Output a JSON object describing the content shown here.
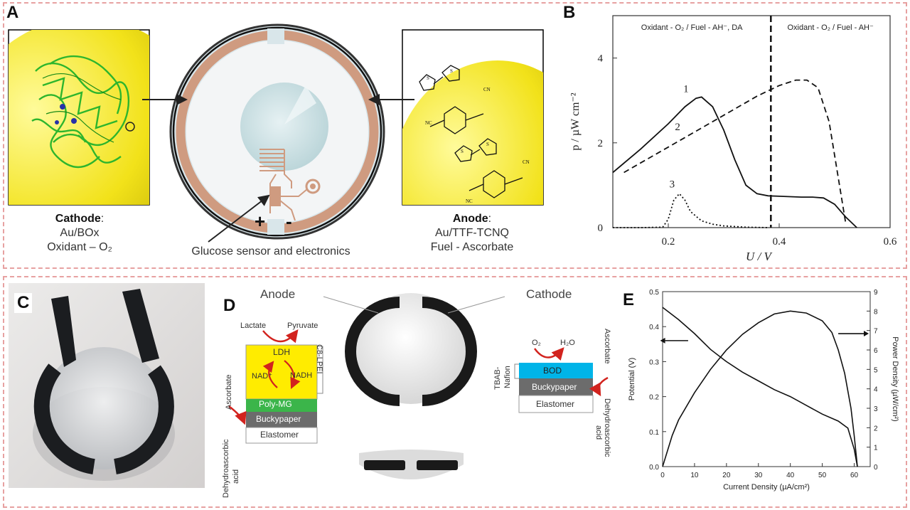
{
  "panels": {
    "a": {
      "letter": "A"
    },
    "b": {
      "letter": "B"
    },
    "c": {
      "letter": "C"
    },
    "d": {
      "letter": "D"
    },
    "e": {
      "letter": "E"
    }
  },
  "panel_a": {
    "cathode_title": "Cathode",
    "cathode_colon": ":",
    "cathode_line1": "Au/BOx",
    "cathode_line2": "Oxidant – O₂",
    "anode_title": "Anode",
    "anode_colon": ":",
    "anode_line1": "Au/TTF-TCNQ",
    "anode_line2": "Fuel - Ascorbate",
    "plus": "+",
    "minus": "-",
    "sensor_label": "Glucose sensor and electronics"
  },
  "panel_d": {
    "anode": "Anode",
    "cathode": "Cathode",
    "lactate": "Lactate",
    "pyruvate": "Pyruvate",
    "ldh": "LDH",
    "nad": "NAD⁺",
    "nadh": "NADH",
    "c8_lpei": "C8-LPEI",
    "poly_mg": "Poly-MG",
    "buckypaper": "Buckypaper",
    "elastomer": "Elastomer",
    "ascorbate": "Ascorbate",
    "dehydro": "Dehydroascorbic",
    "acid": "acid",
    "o2": "O₂",
    "h2o": "H₂O",
    "bod": "BOD",
    "tbab": "TBAB-",
    "nafion": "Nafion"
  },
  "chart_data": [
    {
      "type": "line",
      "title": "",
      "xlabel": "U / V",
      "ylabel": "p / µW cm⁻²",
      "xlim": [
        0.1,
        0.6
      ],
      "ylim": [
        0,
        5
      ],
      "xticks": [
        "0.2",
        "0.4",
        "0.6"
      ],
      "xtick_values": [
        0.2,
        0.4,
        0.6
      ],
      "yticks": [
        "0",
        "2",
        "4"
      ],
      "ytick_values": [
        0,
        2,
        4
      ],
      "annotations": [
        "Oxidant - O₂ / Fuel - AH⁻, DA",
        "Oxidant - O₂ / Fuel - AH⁻"
      ],
      "divider_x": 0.385,
      "series": [
        {
          "name": "1",
          "style": "solid",
          "x": [
            0.1,
            0.15,
            0.2,
            0.23,
            0.25,
            0.26,
            0.28,
            0.3,
            0.32,
            0.34,
            0.36,
            0.38,
            0.4,
            0.42,
            0.44,
            0.46,
            0.48,
            0.5,
            0.52,
            0.54
          ],
          "y": [
            1.3,
            1.85,
            2.45,
            2.85,
            3.05,
            3.08,
            2.85,
            2.3,
            1.6,
            1.0,
            0.8,
            0.75,
            0.74,
            0.73,
            0.72,
            0.72,
            0.7,
            0.55,
            0.25,
            0.0
          ]
        },
        {
          "name": "2",
          "style": "dashed",
          "x": [
            0.12,
            0.16,
            0.2,
            0.24,
            0.28,
            0.32,
            0.36,
            0.4,
            0.43,
            0.45,
            0.47,
            0.49,
            0.5,
            0.51,
            0.52
          ],
          "y": [
            1.3,
            1.6,
            1.9,
            2.2,
            2.5,
            2.8,
            3.1,
            3.35,
            3.48,
            3.48,
            3.3,
            2.5,
            1.7,
            0.9,
            0.1
          ]
        },
        {
          "name": "3",
          "style": "dotted",
          "x": [
            0.1,
            0.15,
            0.19,
            0.2,
            0.21,
            0.22,
            0.23,
            0.24,
            0.26,
            0.28,
            0.3,
            0.34,
            0.38
          ],
          "y": [
            0.0,
            0.0,
            0.01,
            0.2,
            0.65,
            0.8,
            0.65,
            0.38,
            0.16,
            0.08,
            0.04,
            0.01,
            0.0
          ]
        }
      ]
    },
    {
      "type": "line",
      "title": "",
      "xlabel": "Current Density (µA/cm²)",
      "ylabel": "Potential (V)",
      "y2label": "Power Density (µW/cm²)",
      "xlim": [
        0,
        65
      ],
      "ylim": [
        0,
        0.5
      ],
      "y2lim": [
        0,
        9
      ],
      "xticks": [
        "0",
        "10",
        "20",
        "30",
        "40",
        "50",
        "60"
      ],
      "xtick_values": [
        0,
        10,
        20,
        30,
        40,
        50,
        60
      ],
      "yticks": [
        "0.0",
        "0.1",
        "0.2",
        "0.3",
        "0.4",
        "0.5"
      ],
      "ytick_values": [
        0,
        0.1,
        0.2,
        0.3,
        0.4,
        0.5
      ],
      "y2ticks": [
        "0",
        "1",
        "2",
        "3",
        "4",
        "5",
        "6",
        "7",
        "8",
        "9"
      ],
      "y2tick_values": [
        0,
        1,
        2,
        3,
        4,
        5,
        6,
        7,
        8,
        9
      ],
      "series": [
        {
          "name": "Potential",
          "axis": "left",
          "x": [
            0,
            5,
            10,
            15,
            20,
            25,
            30,
            35,
            40,
            45,
            50,
            55,
            58,
            60,
            61
          ],
          "y": [
            0.455,
            0.42,
            0.38,
            0.335,
            0.3,
            0.27,
            0.245,
            0.22,
            0.2,
            0.175,
            0.15,
            0.13,
            0.11,
            0.05,
            0.0
          ]
        },
        {
          "name": "Power Density",
          "axis": "right",
          "x": [
            0,
            3,
            5,
            10,
            15,
            20,
            25,
            30,
            35,
            40,
            45,
            50,
            53,
            55,
            57,
            59,
            60,
            61
          ],
          "y": [
            0.0,
            1.6,
            2.4,
            3.8,
            5.0,
            6.0,
            6.8,
            7.4,
            7.85,
            8.0,
            7.9,
            7.5,
            6.9,
            6.0,
            4.8,
            3.0,
            1.6,
            0.0
          ]
        }
      ]
    }
  ]
}
